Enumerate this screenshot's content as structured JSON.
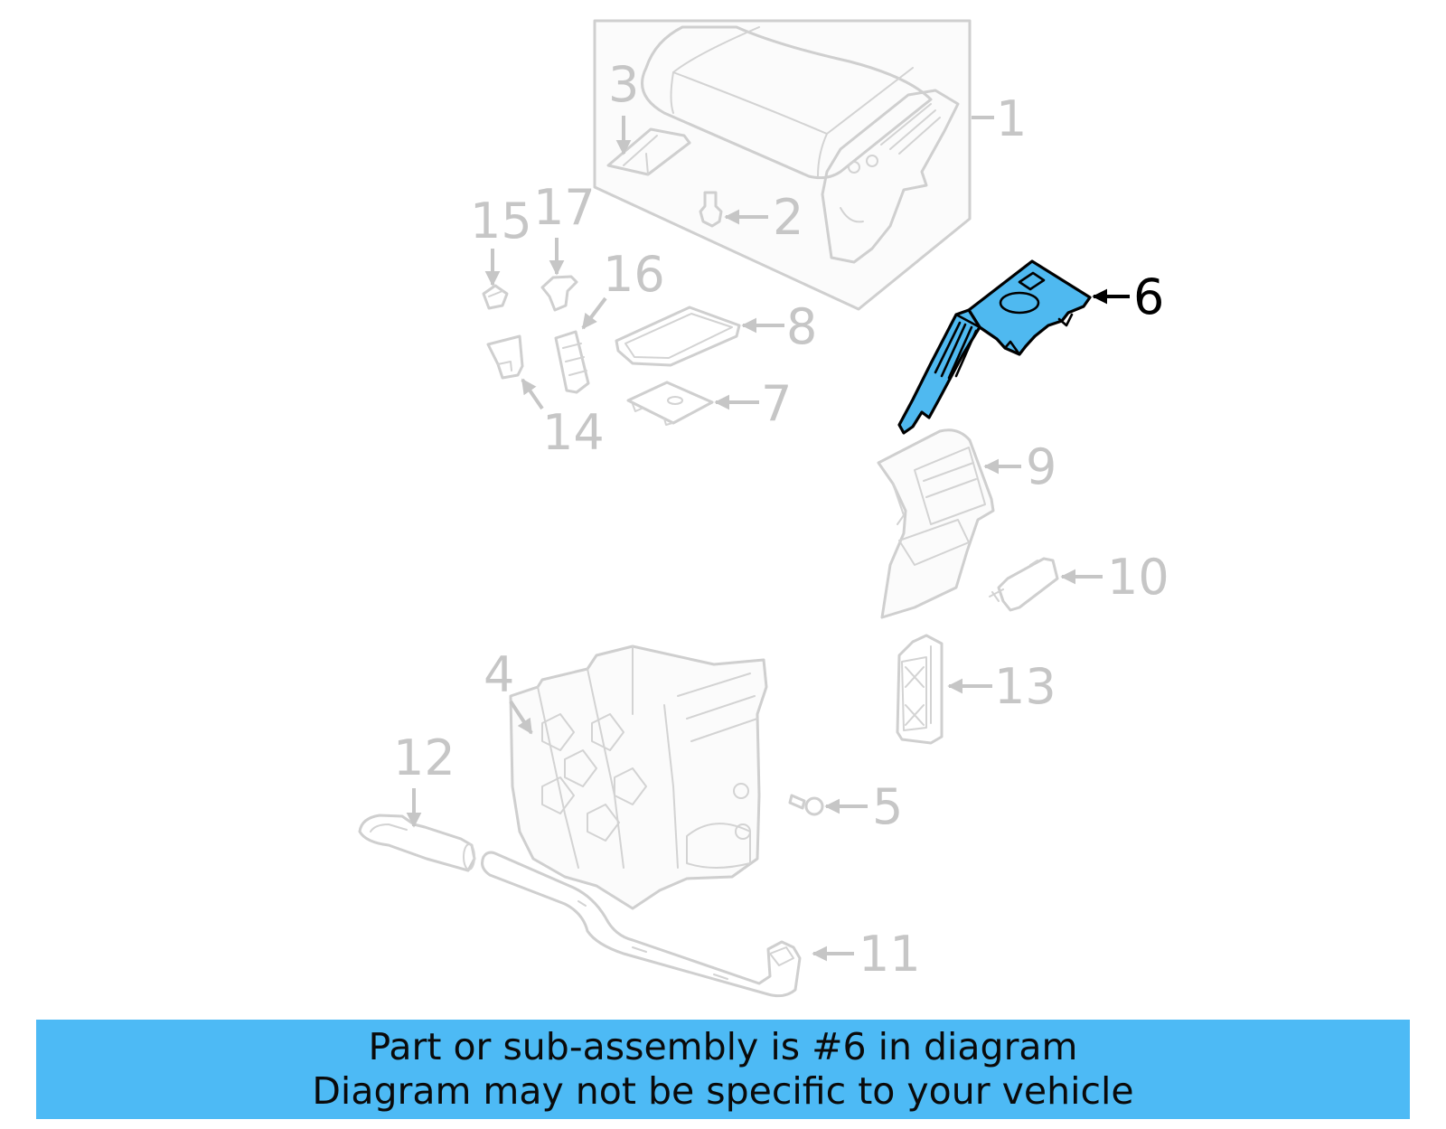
{
  "diagram": {
    "highlight_color": "#4fb9f0",
    "ghost_color": "#c6c6c6",
    "highlighted_part": "6",
    "callouts": [
      {
        "id": "1",
        "label": "1",
        "part": "armrest-assembly"
      },
      {
        "id": "2",
        "label": "2",
        "part": "armrest-bolt"
      },
      {
        "id": "3",
        "label": "3",
        "part": "armrest-latch"
      },
      {
        "id": "4",
        "label": "4",
        "part": "console-bracket-frame"
      },
      {
        "id": "5",
        "label": "5",
        "part": "console-screw"
      },
      {
        "id": "6",
        "label": "6",
        "part": "console-side-panel",
        "highlighted": true
      },
      {
        "id": "7",
        "label": "7",
        "part": "cup-holder-mat"
      },
      {
        "id": "8",
        "label": "8",
        "part": "storage-tray-mat"
      },
      {
        "id": "9",
        "label": "9",
        "part": "rear-vent-panel"
      },
      {
        "id": "10",
        "label": "10",
        "part": "rear-vent-bezel"
      },
      {
        "id": "11",
        "label": "11",
        "part": "rear-duct"
      },
      {
        "id": "12",
        "label": "12",
        "part": "front-duct"
      },
      {
        "id": "13",
        "label": "13",
        "part": "bracket-insert"
      },
      {
        "id": "14",
        "label": "14",
        "part": "clip-a"
      },
      {
        "id": "15",
        "label": "15",
        "part": "clip-b"
      },
      {
        "id": "16",
        "label": "16",
        "part": "clip-c"
      },
      {
        "id": "17",
        "label": "17",
        "part": "clip-d"
      }
    ]
  },
  "banner": {
    "line1": "Part or sub-assembly is #6 in diagram",
    "line2": "Diagram may not be specific to your vehicle",
    "background": "#4dbaf5"
  }
}
